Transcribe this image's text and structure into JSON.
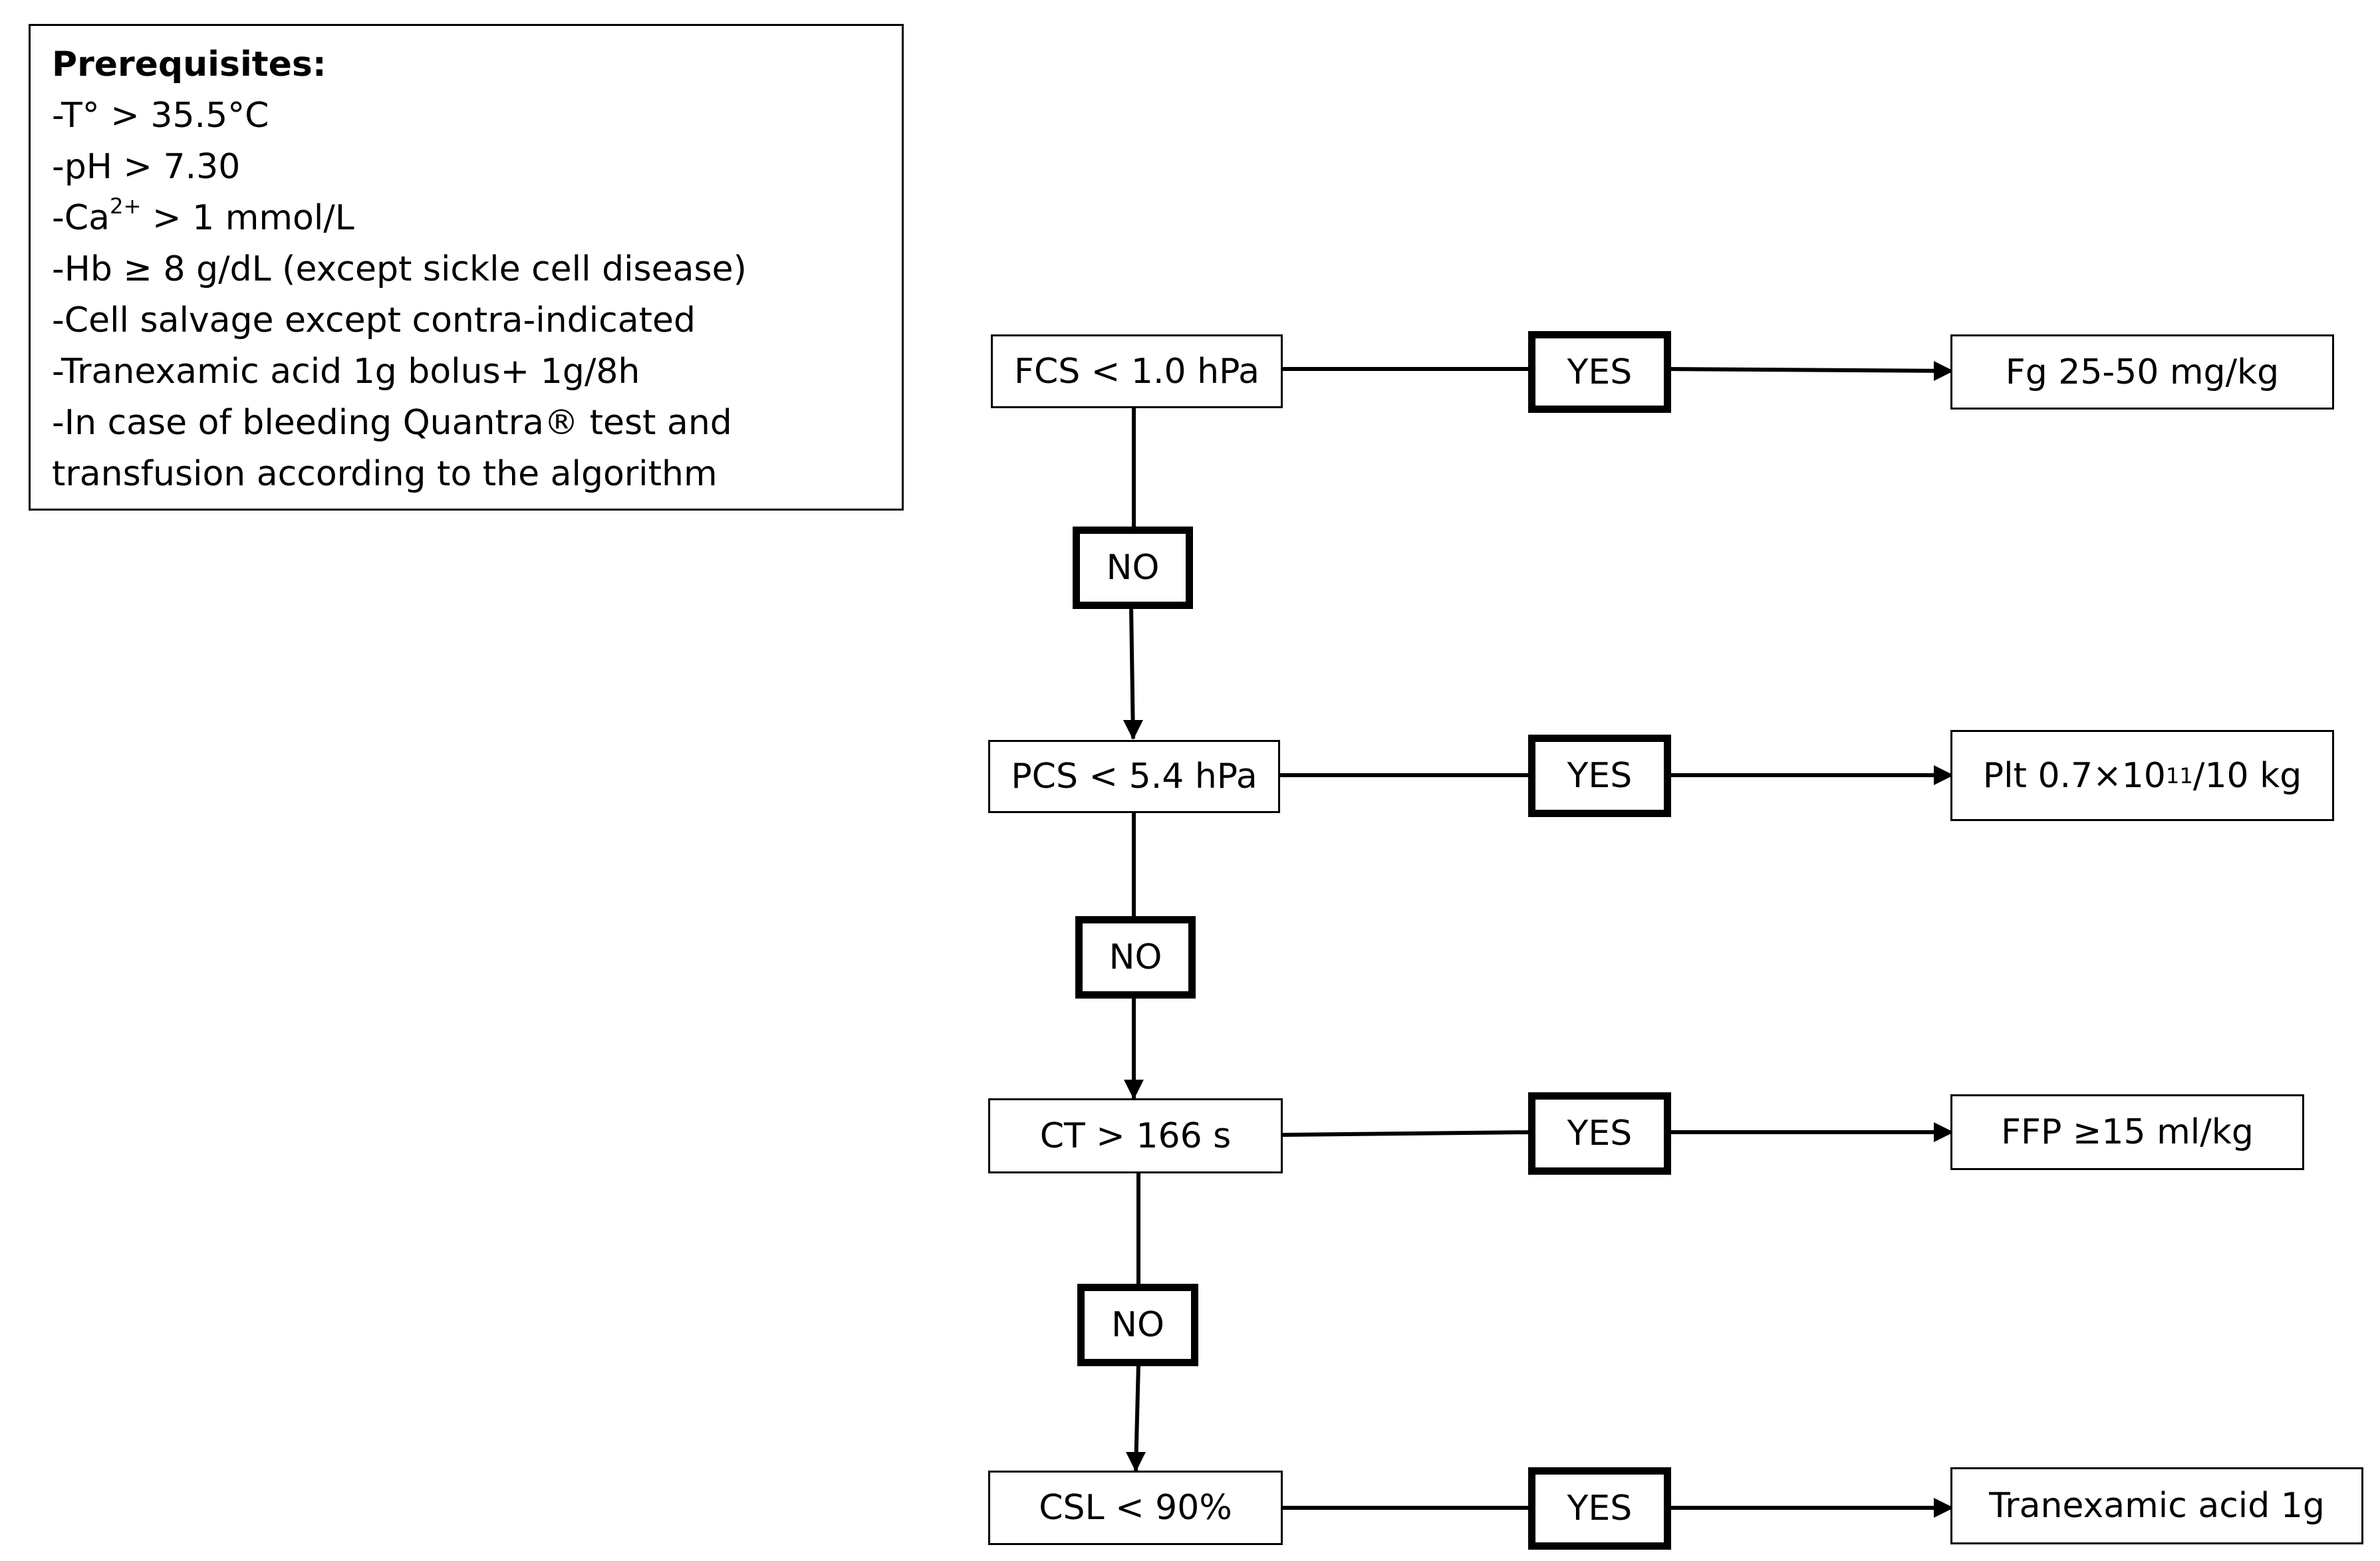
{
  "prerequisites": {
    "title": "Prerequisites:",
    "temp": "-T° > 35.5°C",
    "ph": "-pH > 7.30",
    "ca_prefix": "-Ca",
    "ca_sup": "2+",
    "ca_suffix": " > 1 mmol/L",
    "hb": "-Hb ≥ 8 g/dL (except sickle cell disease)",
    "cell_salvage": "-Cell salvage except contra-indicated",
    "tranexamic": "-Tranexamic acid 1g bolus+ 1g/8h",
    "bleeding_line1": "-In case of bleeding Quantra® test and",
    "bleeding_line2": "transfusion according to the algorithm"
  },
  "decisions": {
    "fcs": "FCS < 1.0 hPa",
    "pcs": "PCS < 5.4 hPa",
    "ct": "CT > 166 s",
    "csl": "CSL < 90%"
  },
  "labels": {
    "yes": "YES",
    "no": "NO"
  },
  "outcomes": {
    "fg": "Fg 25-50 mg/kg",
    "plt_prefix": "Plt 0.7×10",
    "plt_sup": "11",
    "plt_suffix": "/10 kg",
    "ffp": "FFP ≥15 ml/kg",
    "txa": "Tranexamic acid 1g"
  }
}
